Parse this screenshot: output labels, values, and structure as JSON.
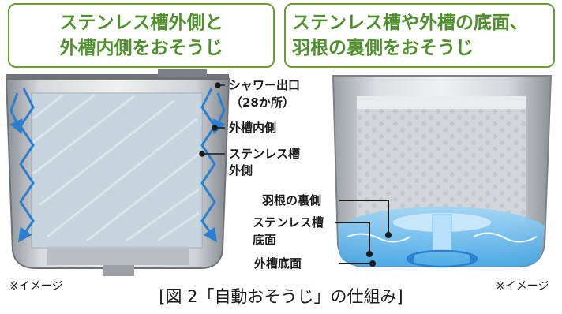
{
  "header_left": {
    "line1": "ステンレス槽外側と",
    "line2": "外槽内側をおそうじ"
  },
  "header_right": {
    "line1": "ステンレス槽や外槽の底面、",
    "line2": "羽根の裏側をおそうじ"
  },
  "labels_left": {
    "shower_line1": "シャワー出口",
    "shower_line2": "（28か所）",
    "outer_tub_inner": "外槽内側",
    "stainless_outer_line1": "ステンレス槽",
    "stainless_outer_line2": "外側"
  },
  "labels_right": {
    "blade_back": "羽根の裏側",
    "stainless_bottom_line1": "ステンレス槽",
    "stainless_bottom_line2": "底面",
    "outer_tub_bottom": "外槽底面"
  },
  "note_left": "※イメージ",
  "note_right": "※イメージ",
  "caption": "[図 2「自動おそうじ」の仕組み]",
  "colors": {
    "header_green": "#4f8f2d",
    "header_border": "#6a9a3a",
    "water_blue": "#3a9be0",
    "arrow_blue": "#2b7fd0"
  }
}
